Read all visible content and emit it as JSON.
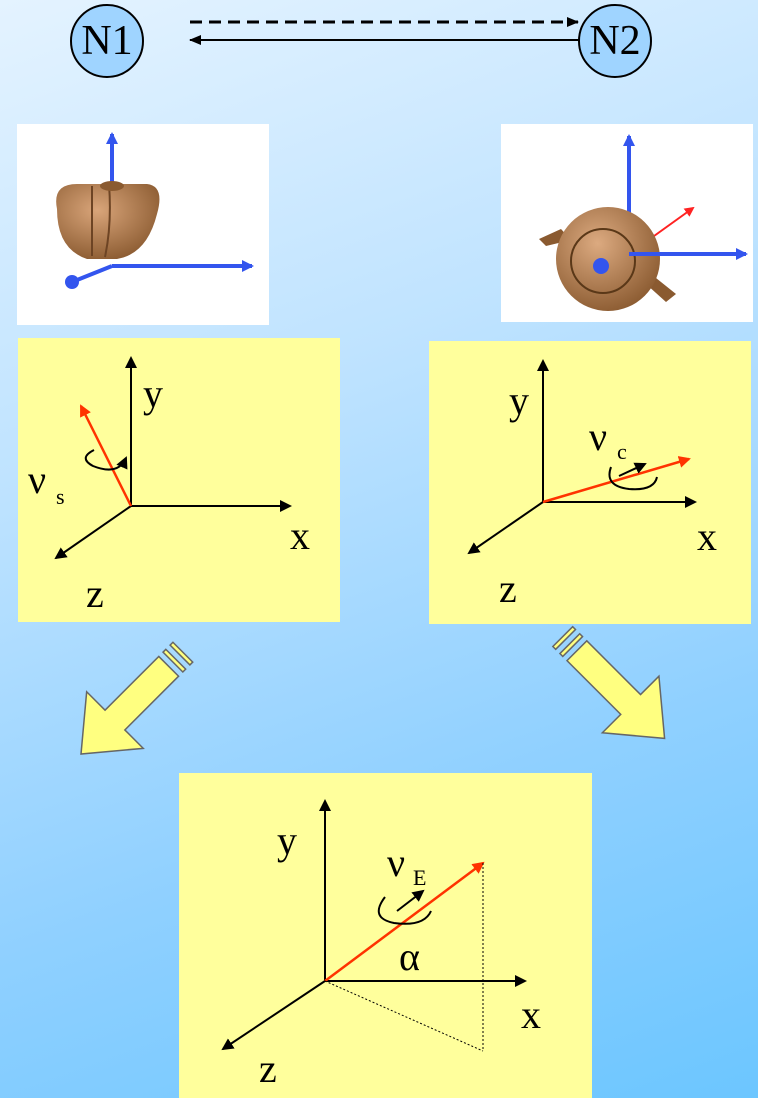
{
  "nodes": {
    "n1": "N1",
    "n2": "N2"
  },
  "panel_left": {
    "y": "y",
    "x": "x",
    "z": "z",
    "nu": "ν",
    "nu_sub": "s"
  },
  "panel_right": {
    "y": "y",
    "x": "x",
    "z": "z",
    "nu": "ν",
    "nu_sub": "c"
  },
  "panel_bottom": {
    "y": "y",
    "x": "x",
    "z": "z",
    "nu": "ν",
    "nu_sub": "E",
    "alpha": "α"
  },
  "colors": {
    "panel": "#ffff9c",
    "node_fill": "#9fd4ff",
    "vector": "#ff3300",
    "axis_blue": "#3355ee",
    "teapot": "#b07a48",
    "big_arrow": "#ffff80"
  },
  "icons": [
    "teapot-left-view",
    "teapot-right-view",
    "dashed-arrow",
    "solid-arrow",
    "big-arrow-left",
    "big-arrow-right"
  ]
}
